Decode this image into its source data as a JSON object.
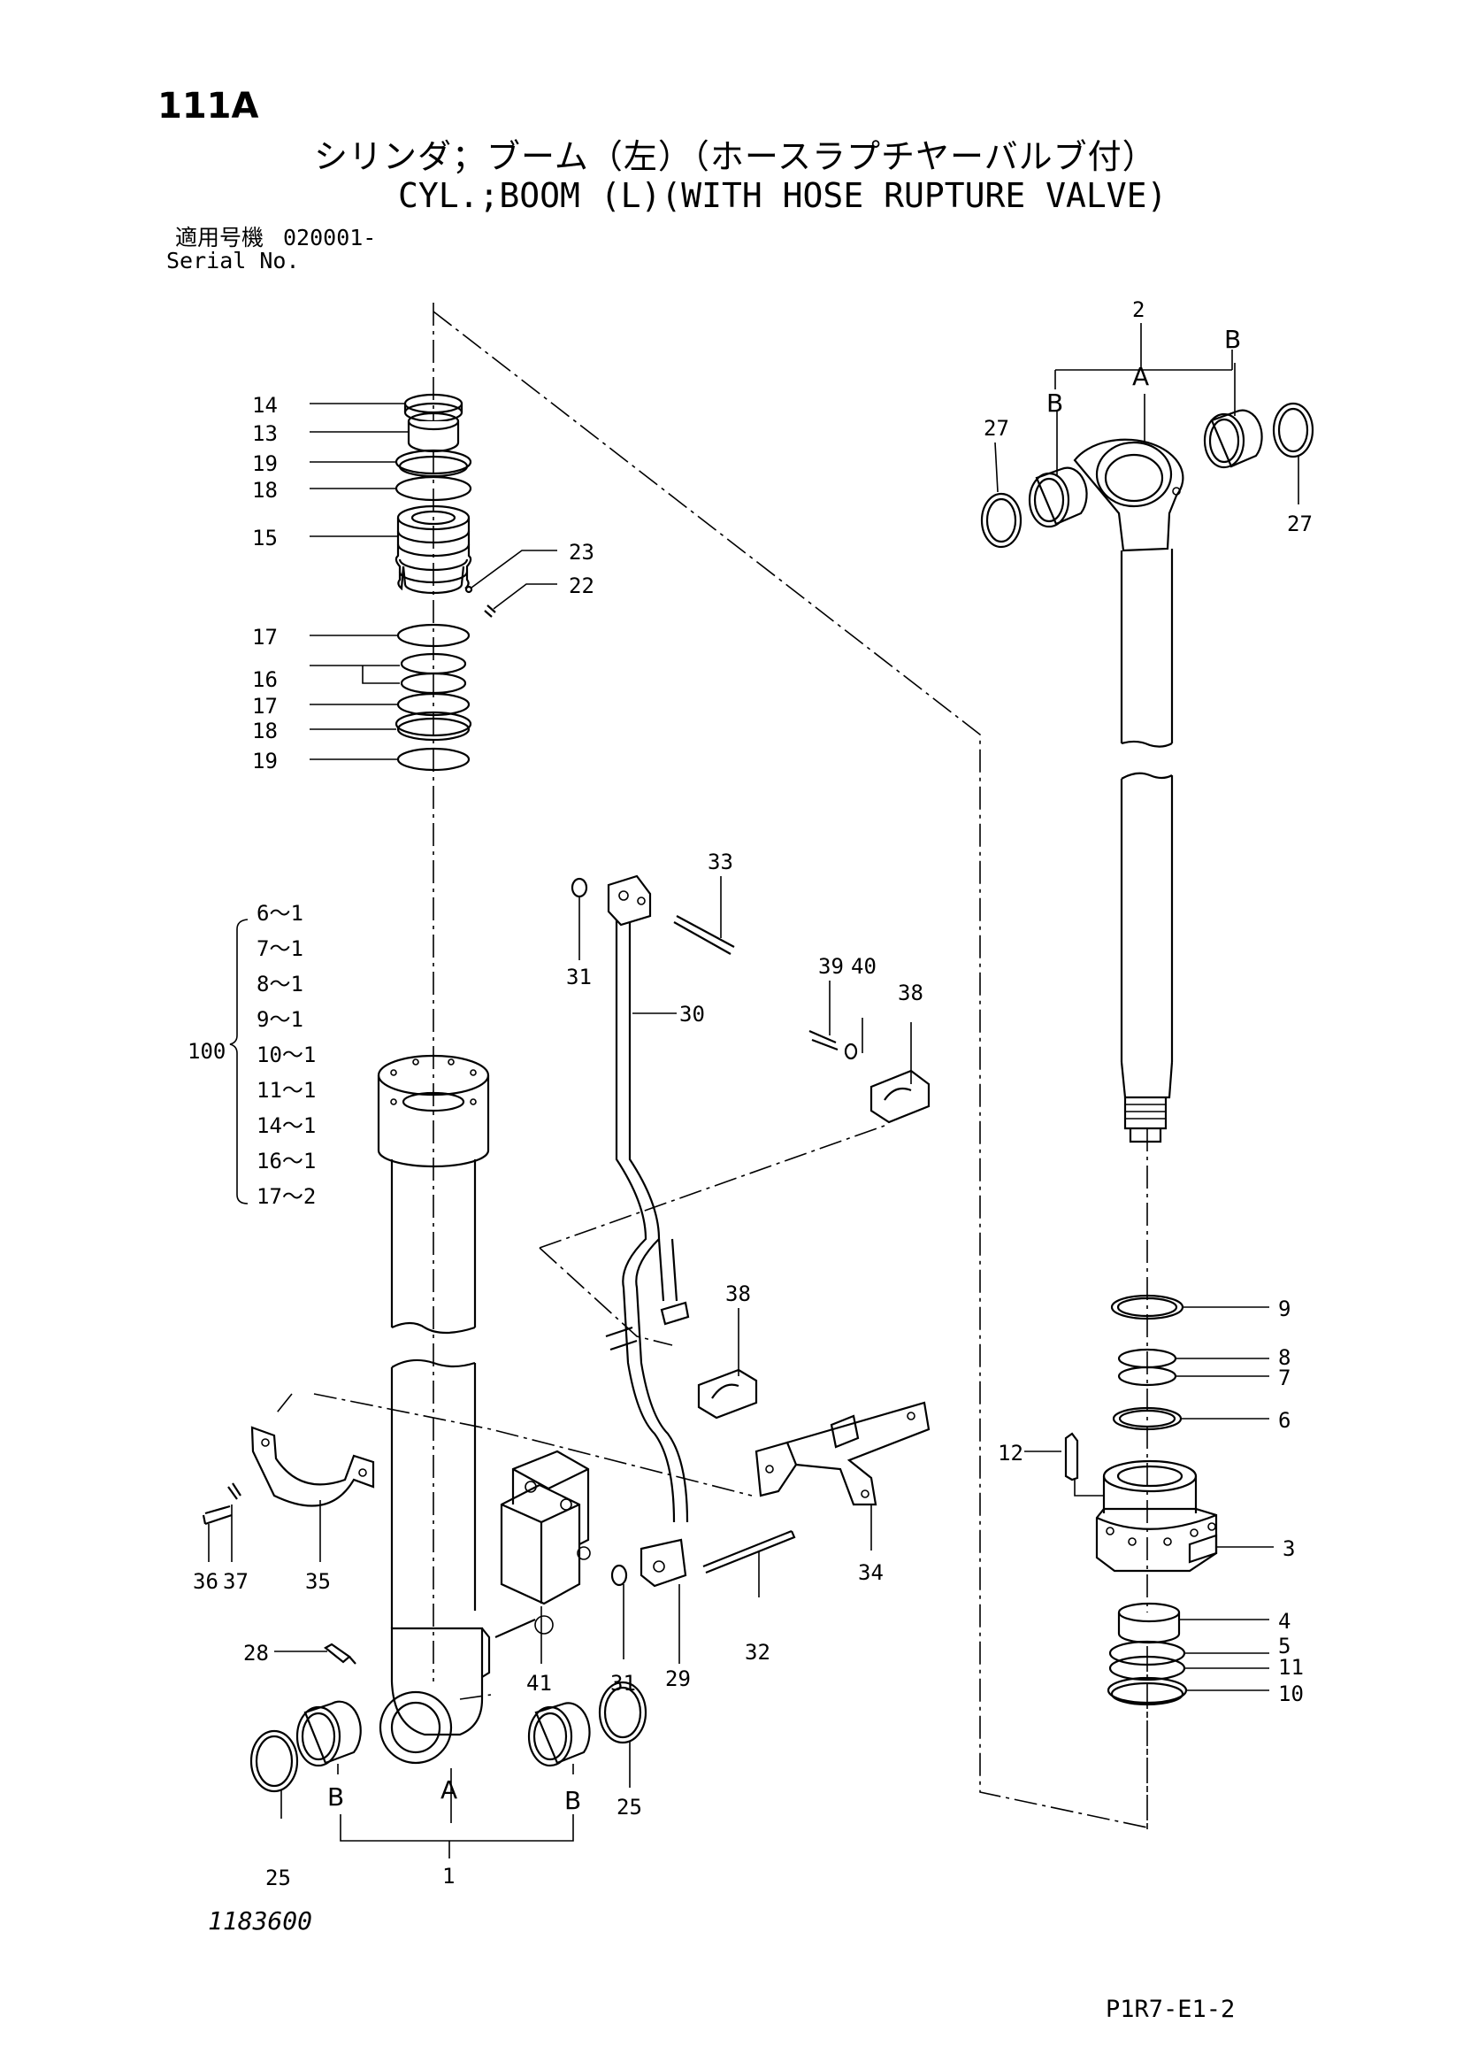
{
  "header": {
    "page_number": "111A",
    "title_ja": "シリンダ；ブーム（左）（ホースラプチヤーバルブ付）",
    "title_en": "CYL.;BOOM (L)(WITH HOSE RUPTURE VALVE)",
    "serial_label_ja": "適用号機",
    "serial_value": "020001-",
    "serial_label_en": "Serial No."
  },
  "footer": {
    "drawing_number": "1183600",
    "page_code": "P1R7-E1-2"
  },
  "callouts": {
    "c14": "14",
    "c13": "13",
    "c19a": "19",
    "c18a": "18",
    "c15": "15",
    "c23": "23",
    "c22": "22",
    "c17a": "17",
    "c16": "16",
    "c17b": "17",
    "c18b": "18",
    "c19b": "19",
    "c33": "33",
    "c31a": "31",
    "c30": "30",
    "c39": "39",
    "c40": "40",
    "c38a": "38",
    "c38b": "38",
    "c34": "34",
    "c32": "32",
    "c29": "29",
    "c31b": "31",
    "c41": "41",
    "c36": "36",
    "c37": "37",
    "c35": "35",
    "c28": "28",
    "c25a": "25",
    "c25b": "25",
    "c1": "1",
    "c2": "2",
    "c27a": "27",
    "c27b": "27",
    "c9": "9",
    "c8": "8",
    "c7": "7",
    "c6": "6",
    "c12": "12",
    "c3": "3",
    "c4": "4",
    "c5": "5",
    "c11": "11",
    "c10": "10",
    "kit": "100"
  },
  "letters": {
    "a_top": "A",
    "b_top_left": "B",
    "b_top_right": "B",
    "a_bottom": "A",
    "b_bottom_left": "B",
    "b_bottom_right": "B"
  },
  "kit_items": [
    "6～1",
    "7～1",
    "8～1",
    "9～1",
    "10～1",
    "11～1",
    "14～1",
    "16～1",
    "17～2"
  ]
}
